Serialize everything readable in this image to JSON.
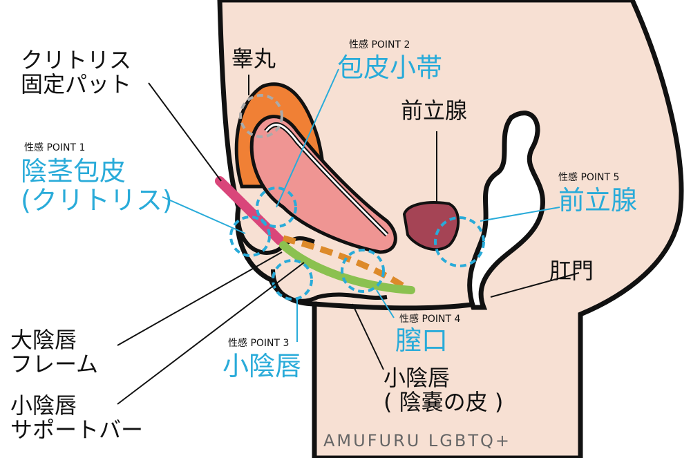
{
  "labels": {
    "clitoris_pad": [
      "クリトリス",
      "固定パット"
    ],
    "testicle": "睾丸",
    "point1": {
      "tag": "性感 POINT 1",
      "lines": [
        "陰茎包皮",
        "(クリトリス)"
      ]
    },
    "point2": {
      "tag": "性感 POINT 2",
      "name": "包皮小帯"
    },
    "prostate": "前立腺",
    "point5": {
      "tag": "性感 POINT 5",
      "name": "前立腺"
    },
    "anus": "肛門",
    "point4": {
      "tag": "性感 POINT 4",
      "name": "膣口"
    },
    "point3": {
      "tag": "性感 POINT 3",
      "name": "小陰唇"
    },
    "labia_minora_skin": [
      "小陰唇",
      "( 陰嚢の皮 )"
    ],
    "labia_majora_frame": [
      "大陰唇",
      "フレーム"
    ],
    "labia_minora_bar": [
      "小陰唇",
      "サポートバー"
    ],
    "watermark": "AMUFURU LGBTQ+"
  },
  "colors": {
    "skin": "#f7e0d3",
    "testicle": "#f08035",
    "penis": "#ef9593",
    "prostate": "#a54455",
    "pad": "#d9467a",
    "dash": "#dd8a2a",
    "bar": "#8bc150",
    "accent": "#29abd9"
  }
}
